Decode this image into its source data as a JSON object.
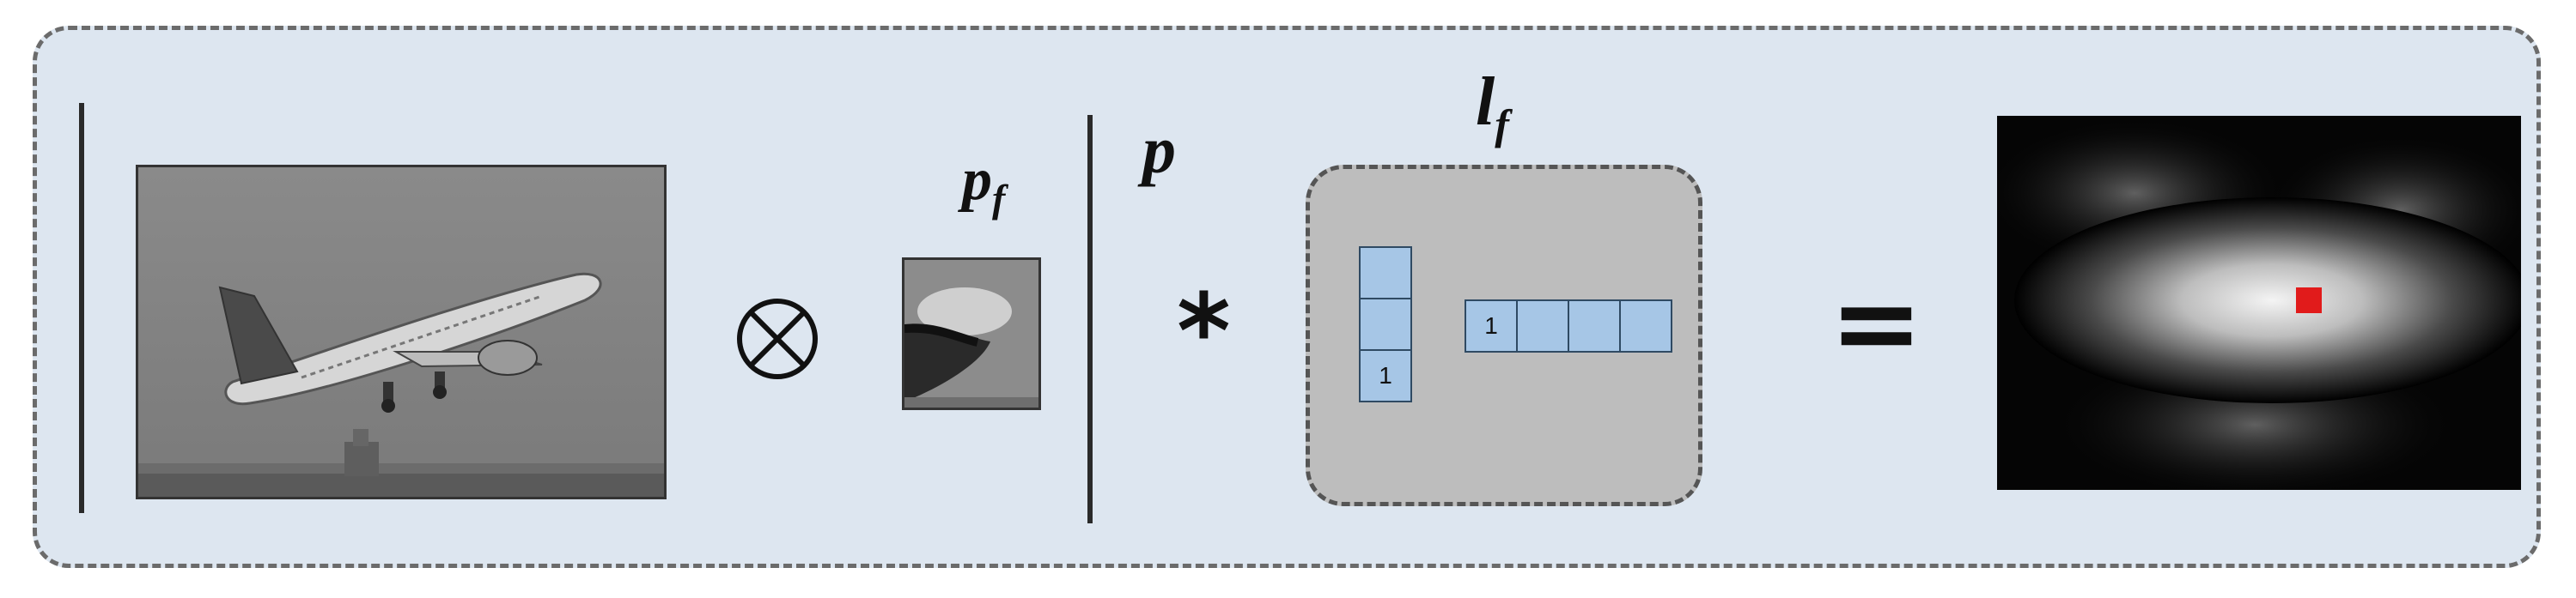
{
  "labels": {
    "patch_label_base": "p",
    "patch_label_sub": "f",
    "p_label": "p",
    "filter_label_base": "l",
    "filter_label_sub": "f"
  },
  "filter": {
    "vertical_cells": [
      "",
      "",
      "1"
    ],
    "horizontal_cells": [
      "1",
      "",
      "",
      ""
    ]
  },
  "operators": {
    "correlation": "⊗",
    "convolution": "*",
    "equals": "="
  },
  "colors": {
    "panel_bg": "#dde6f0",
    "filter_bg": "#bdbdbd",
    "cell_fill": "#a6c6e6",
    "peak_marker": "#e11b1b"
  }
}
